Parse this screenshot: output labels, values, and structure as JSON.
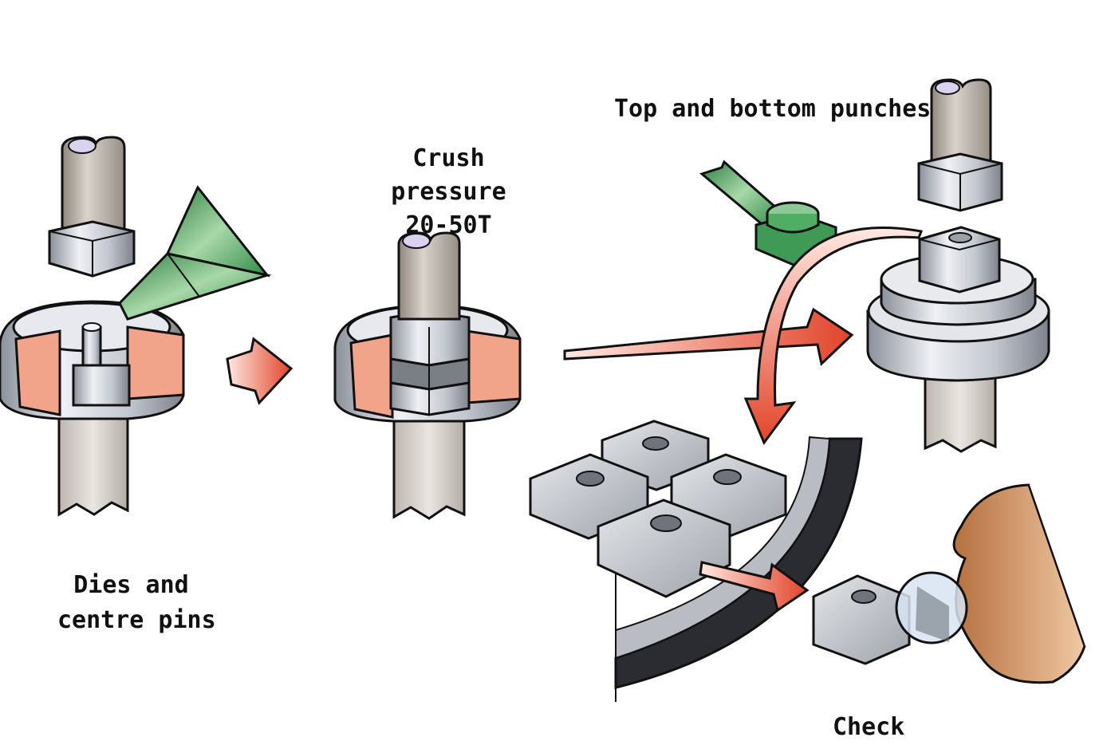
{
  "labels": {
    "dies_line1": "Dies and",
    "dies_line2": "centre pins",
    "crush_line1": "Crush",
    "crush_line2": "pressure",
    "crush_line3": "20-50T",
    "punches": "Top and bottom punches",
    "check": "Check"
  },
  "colors": {
    "die_red": "#f2a48a",
    "powder_green": "#3f9a55",
    "arrow_red": "#e2442a",
    "steel_grey": "#c9ccd3",
    "punch_tan": "#b8b0a6",
    "skin": "#d08a5e",
    "outline": "#111111"
  },
  "icons": [
    "funnel-icon",
    "arrow-right-icon",
    "magnifier-icon"
  ]
}
